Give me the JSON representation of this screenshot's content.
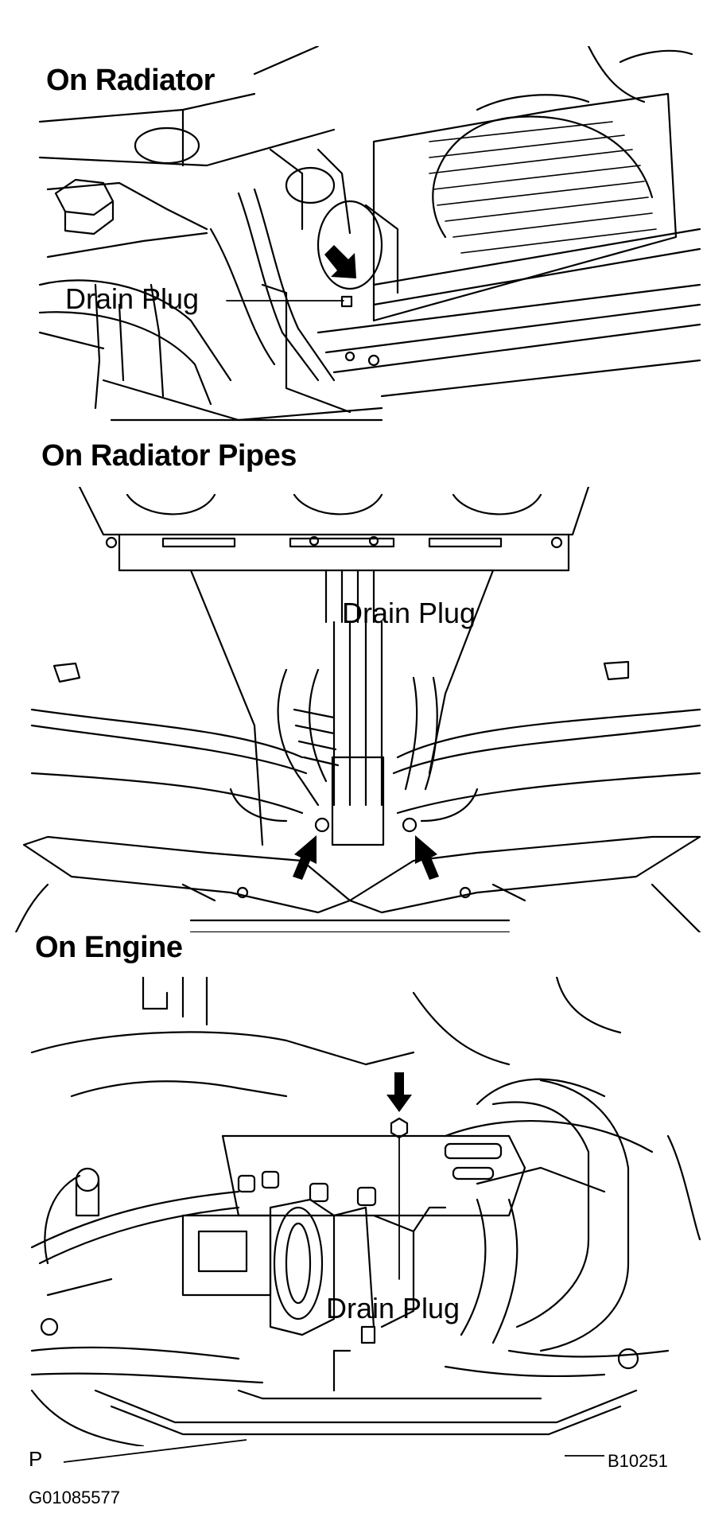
{
  "sections": [
    {
      "title": "On Radiator",
      "callout": "Drain Plug"
    },
    {
      "title": "On Radiator Pipes",
      "callout": "Drain Plug"
    },
    {
      "title": "On Engine",
      "callout": "Drain Plug"
    }
  ],
  "footer": {
    "left_mark": "P",
    "figure_code": "B10251",
    "image_code": "G01085577"
  }
}
